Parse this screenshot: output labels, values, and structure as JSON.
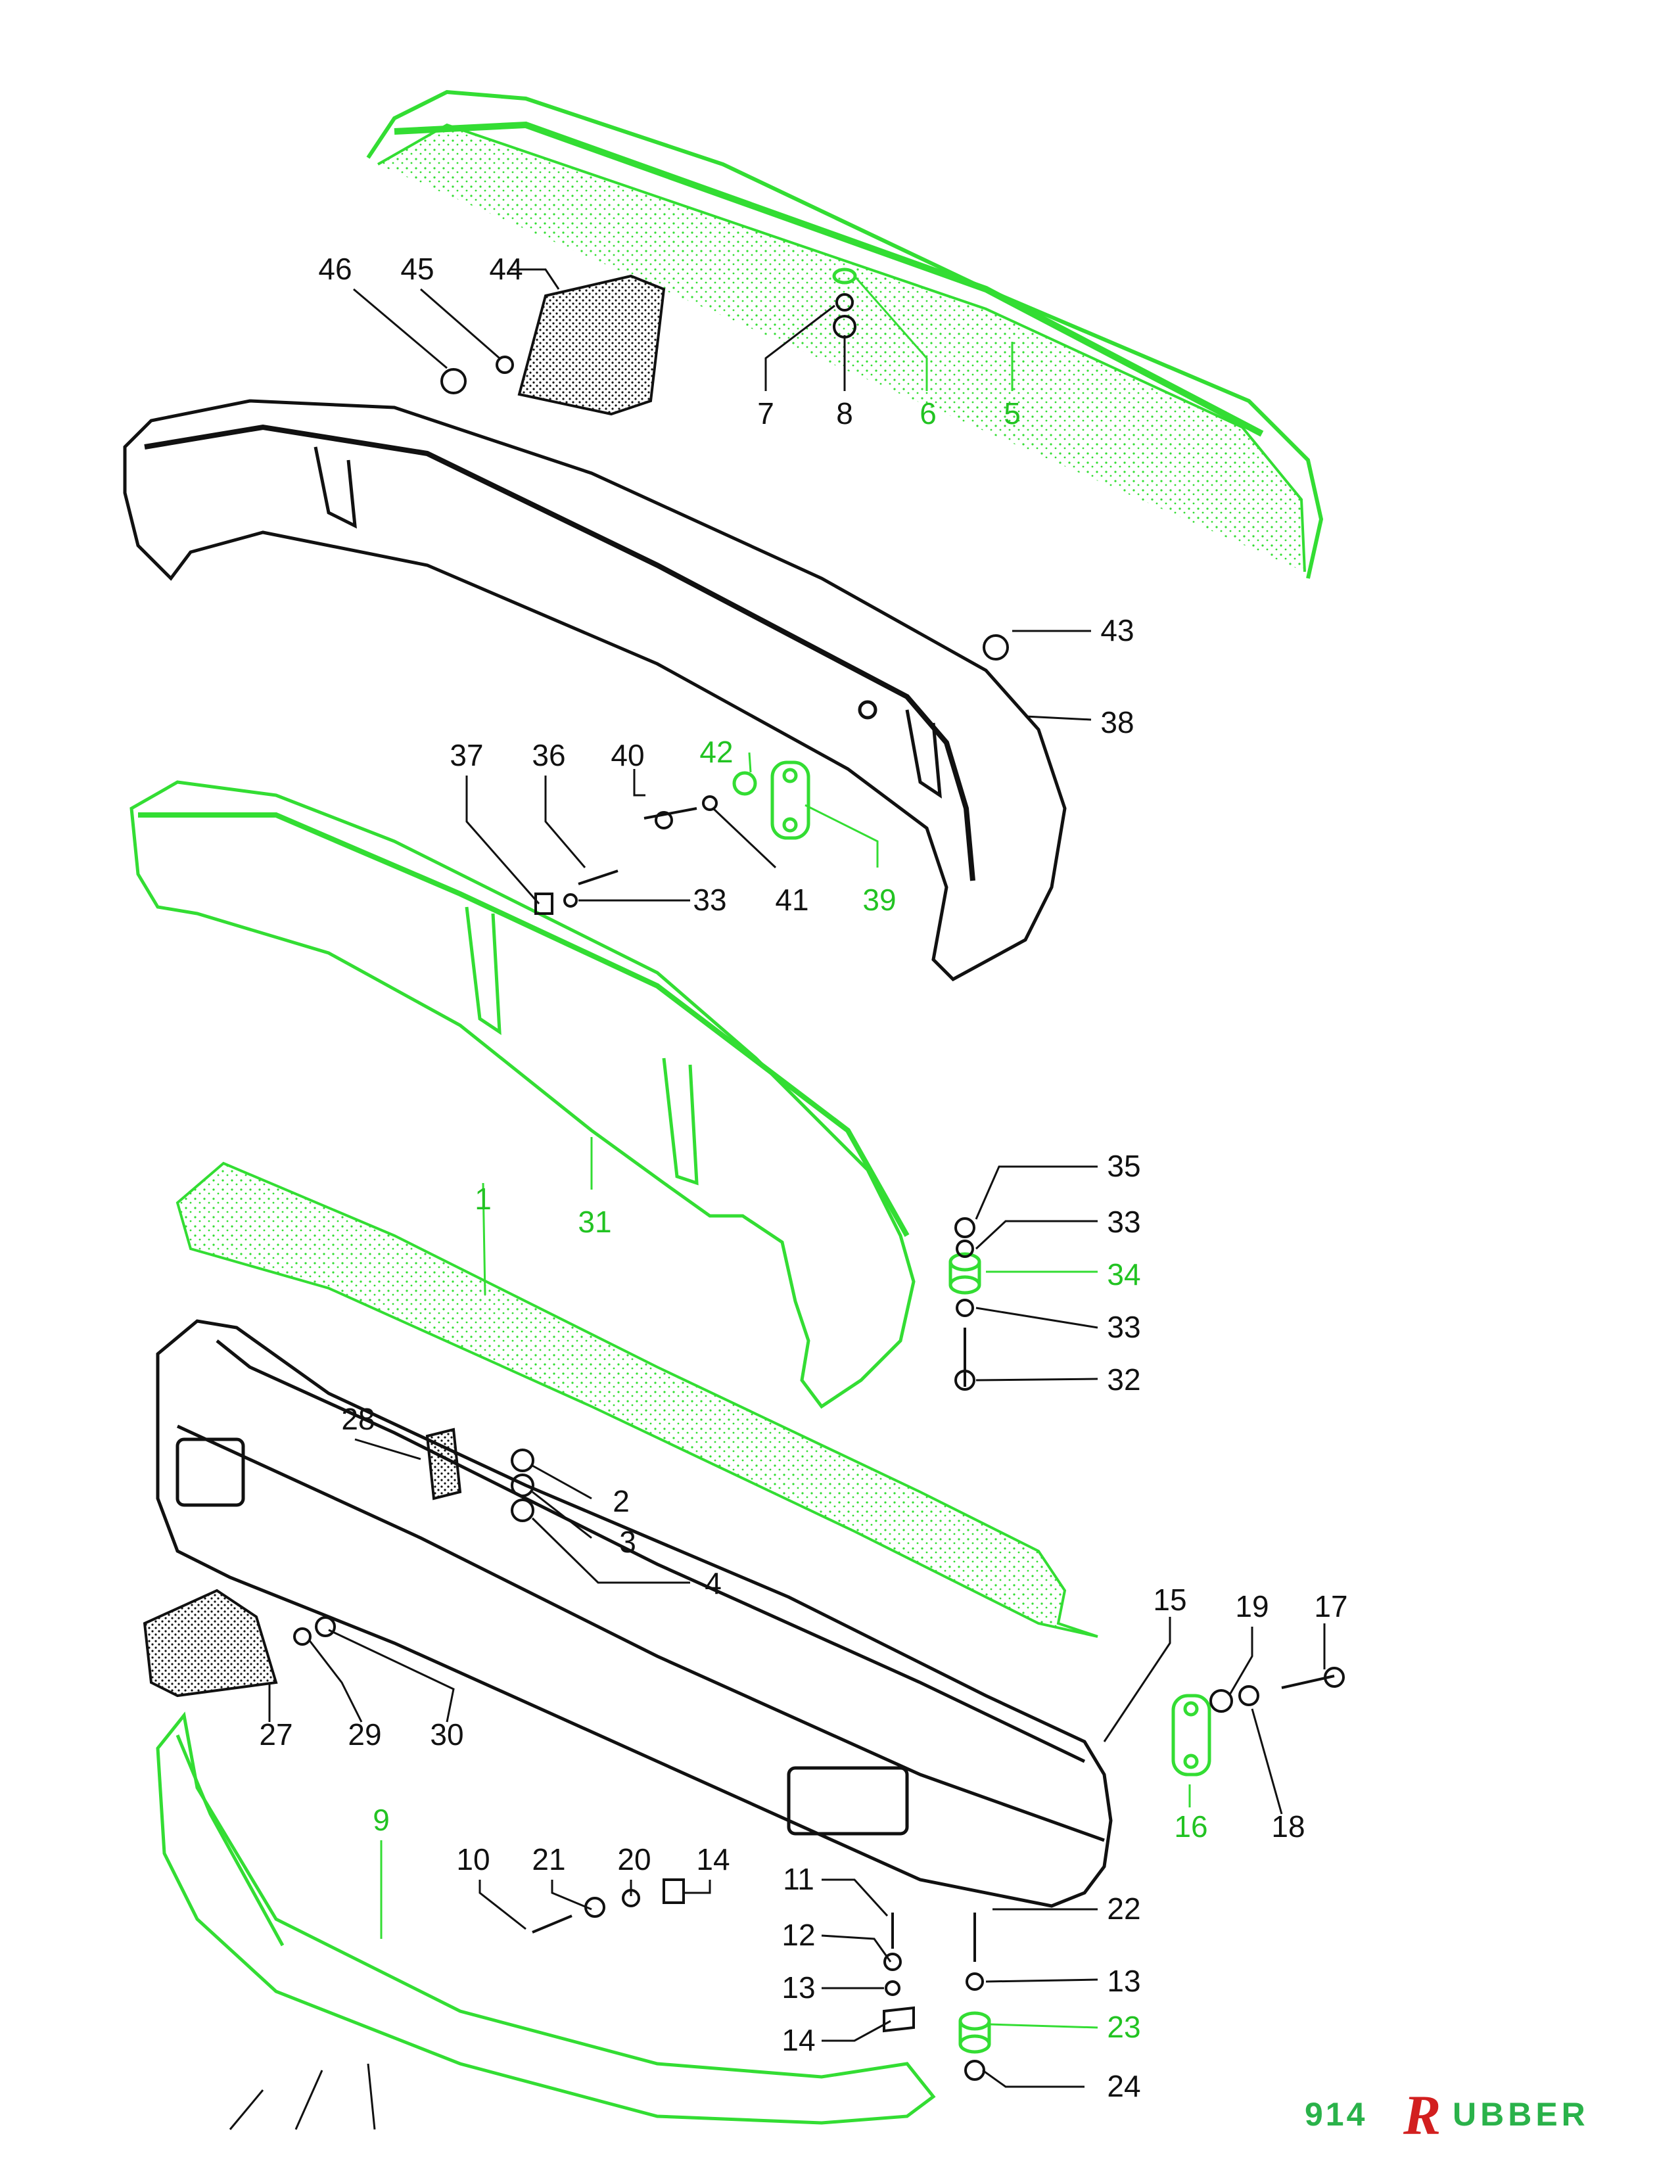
{
  "colors": {
    "ink": "#111111",
    "green": "#33dd33",
    "green_text": "#22c322",
    "brand_red": "#d21f1f",
    "brand_green": "#2ab24a"
  },
  "labels": {
    "l1": "1",
    "l2": "2",
    "l3": "3",
    "l4": "4",
    "l5": "5",
    "l6": "6",
    "l7": "7",
    "l8": "8",
    "l9": "9",
    "l10": "10",
    "l11": "11",
    "l12": "12",
    "l13a": "13",
    "l13b": "13",
    "l14a": "14",
    "l14b": "14",
    "l15": "15",
    "l16": "16",
    "l17": "17",
    "l18": "18",
    "l19": "19",
    "l20": "20",
    "l21": "21",
    "l22": "22",
    "l23": "23",
    "l24": "24",
    "l27": "27",
    "l28": "28",
    "l29": "29",
    "l30": "30",
    "l31": "31",
    "l32": "32",
    "l33a": "33",
    "l33b": "33",
    "l33c": "33",
    "l34": "34",
    "l35": "35",
    "l36": "36",
    "l37": "37",
    "l38": "38",
    "l39": "39",
    "l40": "40",
    "l41": "41",
    "l42": "42",
    "l43": "43",
    "l44": "44",
    "l45": "45",
    "l46": "46"
  },
  "brand": {
    "number": "914",
    "initial": "R",
    "rest": "UBBER"
  }
}
